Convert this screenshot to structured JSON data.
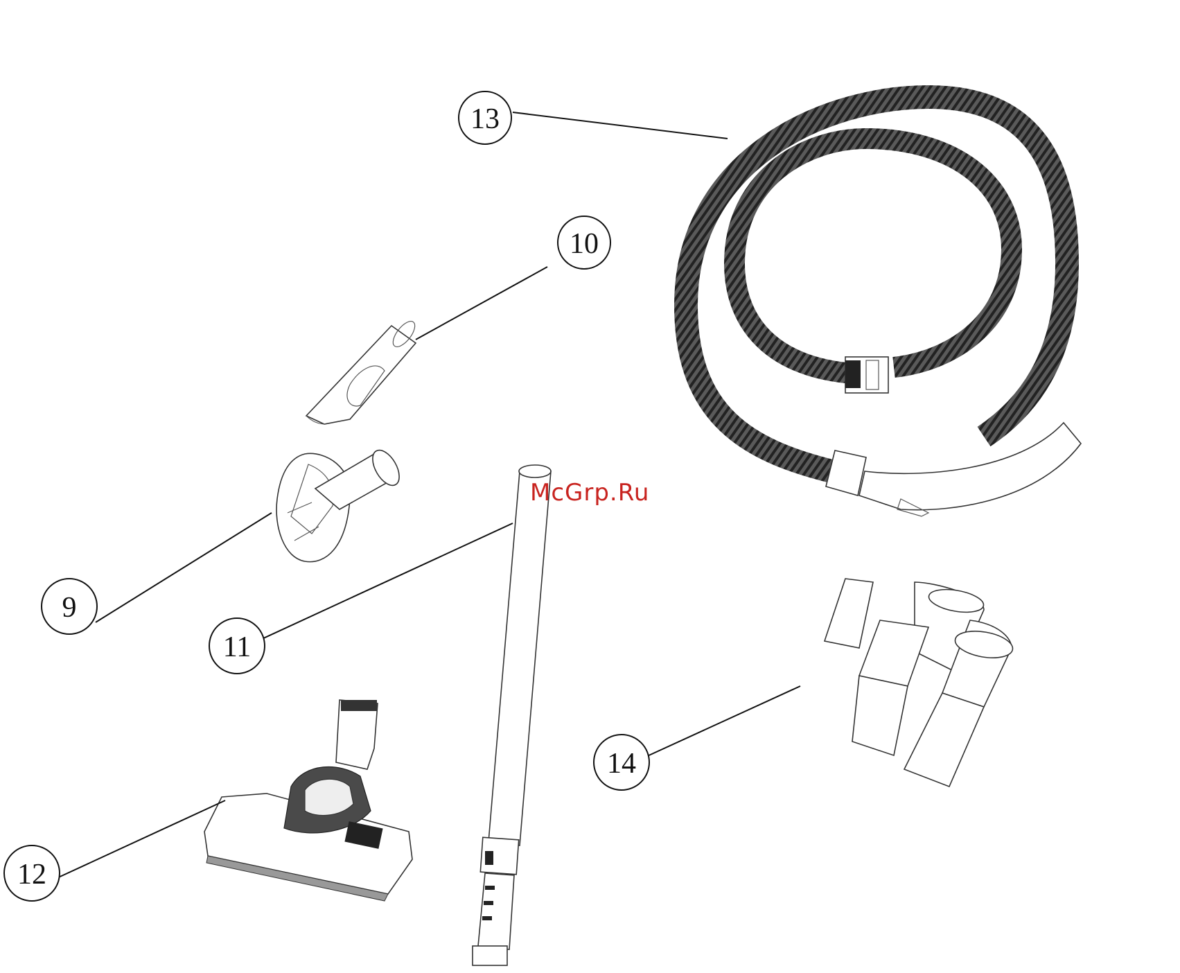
{
  "callouts": {
    "c9": "9",
    "c10": "10",
    "c11": "11",
    "c12": "12",
    "c13": "13",
    "c14": "14"
  },
  "watermark": "McGrp.Ru",
  "colors": {
    "line": "#111111",
    "hose": "#4a4a4a",
    "watermark": "#c8231f"
  }
}
